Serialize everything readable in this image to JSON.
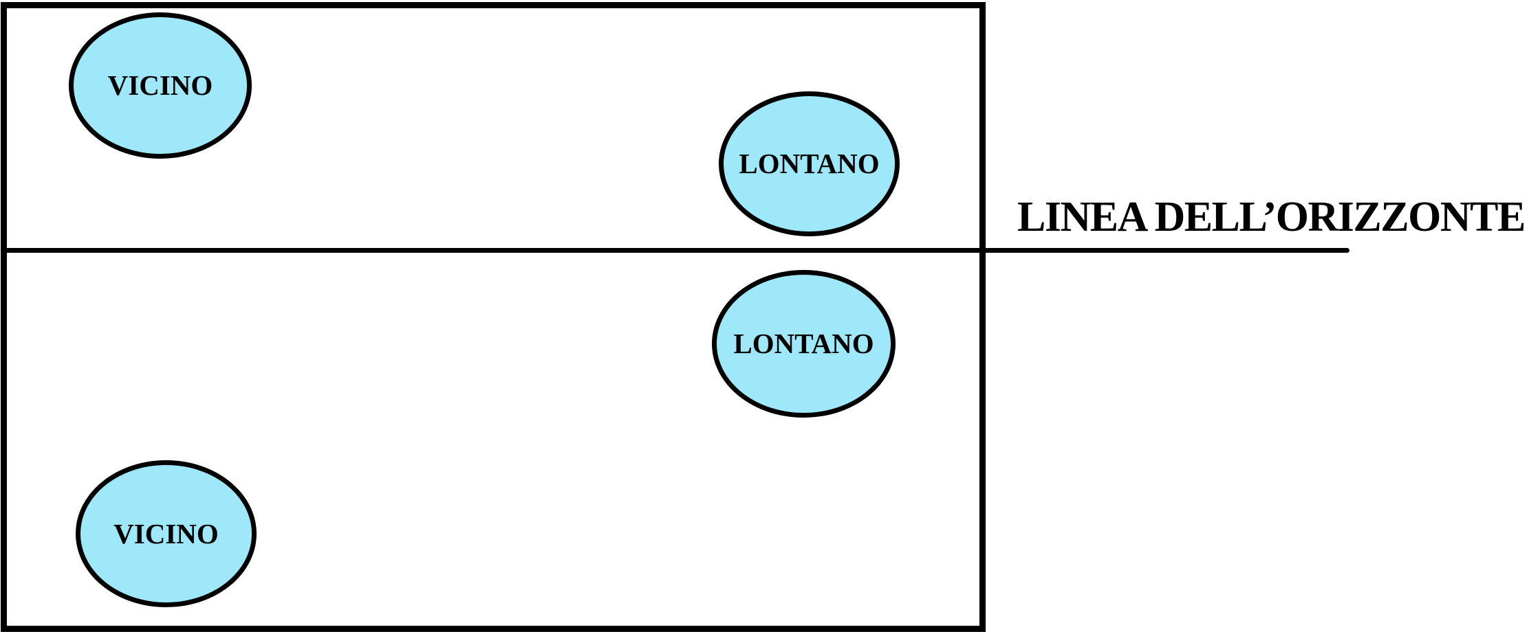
{
  "colors": {
    "background": "#FFFFFF",
    "line": "#000000",
    "ellipse_fill": "#9EE8F9",
    "text": "#000000"
  },
  "diagram": {
    "horizon_label": "LINEA DELL’ORIZZONTE",
    "ellipses": [
      {
        "name": "vicino-above-horizon",
        "label": "VICINO"
      },
      {
        "name": "lontano-above-horizon",
        "label": "LONTANO"
      },
      {
        "name": "lontano-below-horizon",
        "label": "LONTANO"
      },
      {
        "name": "vicino-below-horizon",
        "label": "VICINO"
      }
    ]
  }
}
